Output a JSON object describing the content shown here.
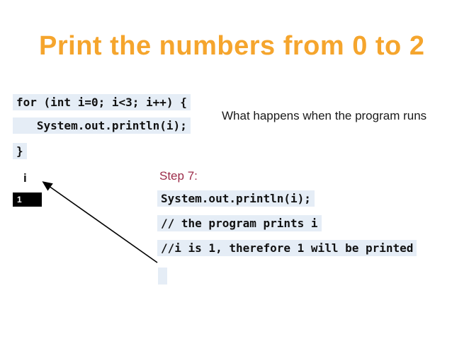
{
  "slide": {
    "title": "Print the numbers from 0 to 2",
    "annotation": "What happens when the program runs",
    "colors": {
      "title_orange": "#F5A52D",
      "code_highlight": "#e5edf6",
      "step_label_red": "#9C2B49",
      "variable_box_bg": "#000000",
      "variable_box_text": "#ffffff"
    }
  },
  "code_block": {
    "lines": [
      "for (int i=0; i<3; i++) {",
      "   System.out.println(i);",
      "}"
    ]
  },
  "variable": {
    "name": "i",
    "value": "1"
  },
  "step_panel": {
    "label": "Step 7:",
    "lines": [
      "System.out.println(i);",
      "// the program prints i",
      "//i is 1, therefore 1 will be printed"
    ]
  }
}
